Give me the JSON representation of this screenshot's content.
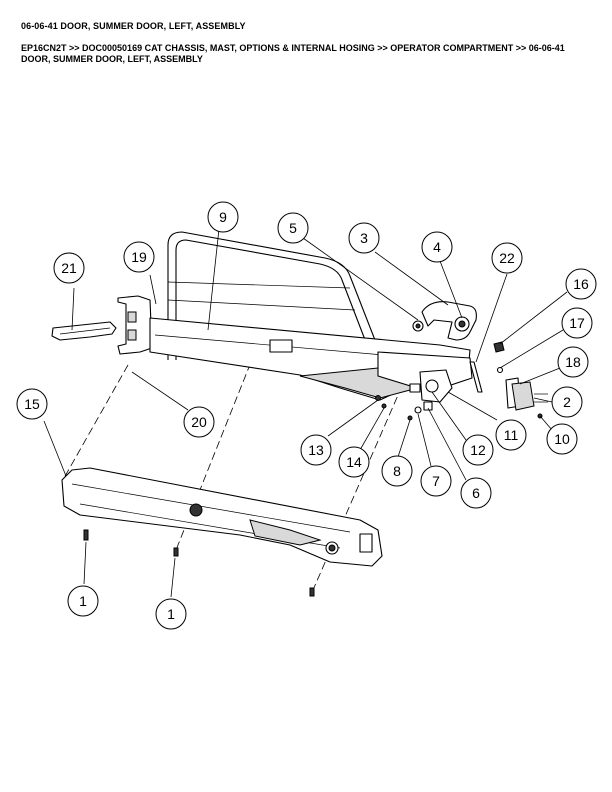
{
  "header": {
    "title": "06-06-41 DOOR, SUMMER DOOR, LEFT, ASSEMBLY",
    "breadcrumb": "EP16CN2T >> DOC00050169 CAT CHASSIS, MAST, OPTIONS & INTERNAL HOSING >> OPERATOR COMPARTMENT >> 06-06-41 DOOR, SUMMER DOOR, LEFT, ASSEMBLY"
  },
  "diagram": {
    "callouts": [
      "9",
      "5",
      "3",
      "4",
      "22",
      "16",
      "17",
      "18",
      "2",
      "10",
      "11",
      "12",
      "6",
      "7",
      "8",
      "14",
      "13",
      "21",
      "19",
      "20",
      "15",
      "1",
      "1"
    ]
  }
}
